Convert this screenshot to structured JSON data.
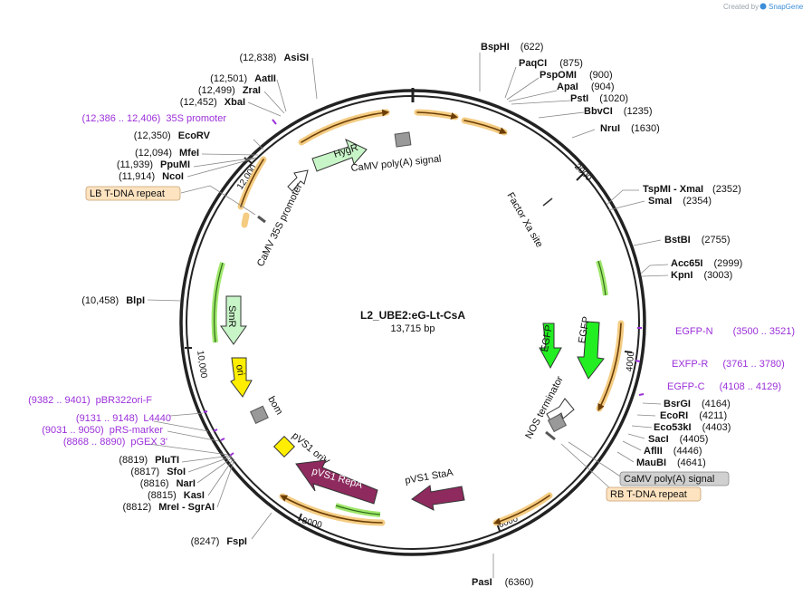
{
  "map": {
    "name": "L2_UBE2:eG-Lt-CsA",
    "size": "13,715 bp"
  },
  "credit": {
    "prefix": "Created by",
    "brand": "SnapGene"
  },
  "ticks": [
    "2000",
    "4000",
    "6000",
    "8000",
    "10,000",
    "12,000"
  ],
  "sites_right": [
    {
      "name": "BspHI",
      "pos": "(622)"
    },
    {
      "name": "PaqCI",
      "pos": "(875)"
    },
    {
      "name": "PspOMI",
      "pos": "(900)"
    },
    {
      "name": "ApaI",
      "pos": "(904)"
    },
    {
      "name": "PstI",
      "pos": "(1020)"
    },
    {
      "name": "BbvCI",
      "pos": "(1235)"
    },
    {
      "name": "NruI",
      "pos": "(1630)"
    },
    {
      "name": "TspMI - XmaI",
      "pos": "(2352)"
    },
    {
      "name": "SmaI",
      "pos": "(2354)"
    },
    {
      "name": "BstBI",
      "pos": "(2755)"
    },
    {
      "name": "Acc65I",
      "pos": "(2999)"
    },
    {
      "name": "KpnI",
      "pos": "(3003)"
    },
    {
      "name": "BsrGI",
      "pos": "(4164)"
    },
    {
      "name": "EcoRI",
      "pos": "(4211)"
    },
    {
      "name": "Eco53kI",
      "pos": "(4403)"
    },
    {
      "name": "SacI",
      "pos": "(4405)"
    },
    {
      "name": "AflII",
      "pos": "(4446)"
    },
    {
      "name": "MauBI",
      "pos": "(4641)"
    },
    {
      "name": "PasI",
      "pos": "(6360)"
    }
  ],
  "sites_left": [
    {
      "name": "AsiSI",
      "pos": "(12,838)"
    },
    {
      "name": "AatII",
      "pos": "(12,501)"
    },
    {
      "name": "ZraI",
      "pos": "(12,499)"
    },
    {
      "name": "XbaI",
      "pos": "(12,452)"
    },
    {
      "name": "EcoRV",
      "pos": "(12,350)"
    },
    {
      "name": "MfeI",
      "pos": "(12,094)"
    },
    {
      "name": "PpuMI",
      "pos": "(11,939)"
    },
    {
      "name": "NcoI",
      "pos": "(11,914)"
    },
    {
      "name": "BlpI",
      "pos": "(10,458)"
    },
    {
      "name": "PluTI",
      "pos": "(8819)"
    },
    {
      "name": "SfoI",
      "pos": "(8817)"
    },
    {
      "name": "NarI",
      "pos": "(8816)"
    },
    {
      "name": "KasI",
      "pos": "(8815)"
    },
    {
      "name": "MreI - SgrAI",
      "pos": "(8812)"
    },
    {
      "name": "FspI",
      "pos": "(8247)"
    }
  ],
  "primers": [
    {
      "range": "(12,386 .. 12,406)",
      "name": "35S promoter"
    },
    {
      "range": "(3500 .. 3521)",
      "name": "EGFP-N"
    },
    {
      "range": "(3761 .. 3780)",
      "name": "EXFP-R"
    },
    {
      "range": "(4108 .. 4129)",
      "name": "EGFP-C"
    },
    {
      "range": "(9382 .. 9401)",
      "name": "pBR322ori-F"
    },
    {
      "range": "(9131 .. 9148)",
      "name": "L4440"
    },
    {
      "range": "(9031 .. 9050)",
      "name": "pRS-marker"
    },
    {
      "range": "(8868 .. 8890)",
      "name": "pGEX 3'"
    }
  ],
  "features": {
    "hygr": "HygR",
    "camv_polya_top": "CaMV poly(A) signal",
    "camv_35s": "CaMV 35S promoter",
    "factor_xa": "Factor Xa site",
    "smr": "SmR",
    "ori": "ori",
    "bom": "bom",
    "pvs1_oriv": "pVS1 oriV",
    "pvs1_repa": "pVS1 RepA",
    "pvs1_staa": "pVS1 StaA",
    "egfp1": "EGFP",
    "egfp2": "EGFP",
    "nos_term": "NOS terminator"
  },
  "badges": {
    "lb": "LB T-DNA repeat",
    "camv_polya_bottom": "CaMV poly(A) signal",
    "rb": "RB T-DNA repeat"
  },
  "colors": {
    "backbone": "#222222",
    "orf": "#e2a339",
    "primer": "#9b30d9",
    "hygr": "#c8f5c8",
    "smr": "#c8f5c8",
    "egfp": "#22ee22",
    "ori": "#ffee00",
    "repa": "#8e2a5e",
    "badge_orange": "#fde3c0",
    "badge_gray": "#d0d0d0"
  }
}
